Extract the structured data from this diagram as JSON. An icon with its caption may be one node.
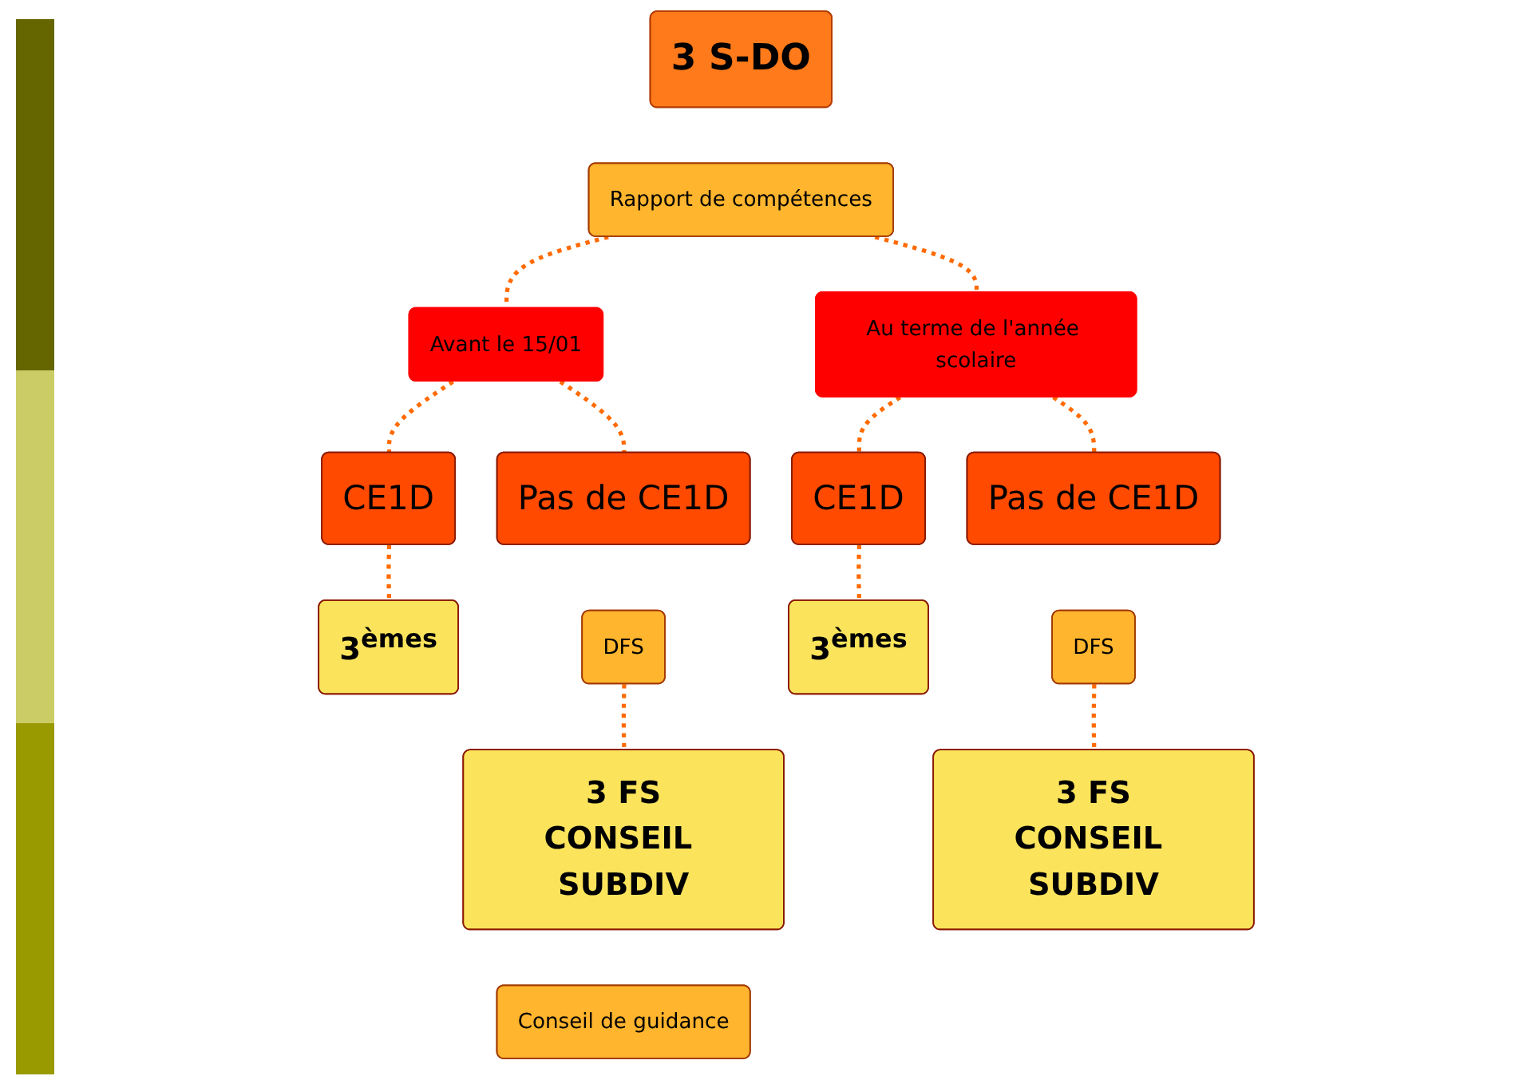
{
  "diagram": {
    "nodes": [
      {
        "text": [
          "3 S-DO"
        ]
      },
      {
        "text": [
          "Rapport de compétences"
        ]
      },
      {
        "text": [
          "Avant le 15/01"
        ]
      },
      {
        "text": [
          "Au terme de l'année scolaire"
        ]
      },
      {
        "text": [
          "CE1D"
        ]
      },
      {
        "text": [
          "Pas de CE1D"
        ]
      },
      {
        "text": [
          "DFS"
        ]
      },
      {
        "text": [
          "CE1D"
        ]
      },
      {
        "text": [
          "Pas de CE1D"
        ]
      },
      {
        "text": [
          "DFS"
        ]
      },
      {
        "text": [
          "3$^{èmes}$"
        ]
      },
      {
        "text": [
          "3 FS",
          "CONSEIL SUBDIV"
        ]
      },
      {
        "text": [
          "Conseil de guidance"
        ]
      },
      {
        "text": [
          "3$^{èmes}$"
        ]
      },
      {
        "text": [
          "3 FS",
          "CONSEIL SUBDIV"
        ]
      }
    ],
    "edges": [
      {
        "from": 1,
        "to": 2,
        "arrow": "none",
        "style": "dashed"
      },
      {
        "from": 1,
        "to": 3,
        "arrow": "none",
        "style": "dashed"
      },
      {
        "from": 2,
        "to": 4,
        "arrow": "none",
        "style": "dashed"
      },
      {
        "from": 2,
        "to": 5,
        "arrow": "none",
        "style": "dashed"
      },
      {
        "from": 3,
        "to": 7,
        "arrow": "none",
        "style": "dashed"
      },
      {
        "from": 3,
        "to": 8,
        "arrow": "none",
        "style": "dashed"
      },
      {
        "from": 4,
        "to": 10,
        "arrow": "none",
        "style": "dashed"
      },
      {
        "from": 6,
        "to": 11,
        "arrow": "none",
        "style": "dashed"
      },
      {
        "from": 7,
        "to": 13,
        "arrow": "none",
        "style": "dashed"
      },
      {
        "from": 9,
        "to": 14,
        "arrow": "none",
        "style": "dashed"
      }
    ]
  }
}
